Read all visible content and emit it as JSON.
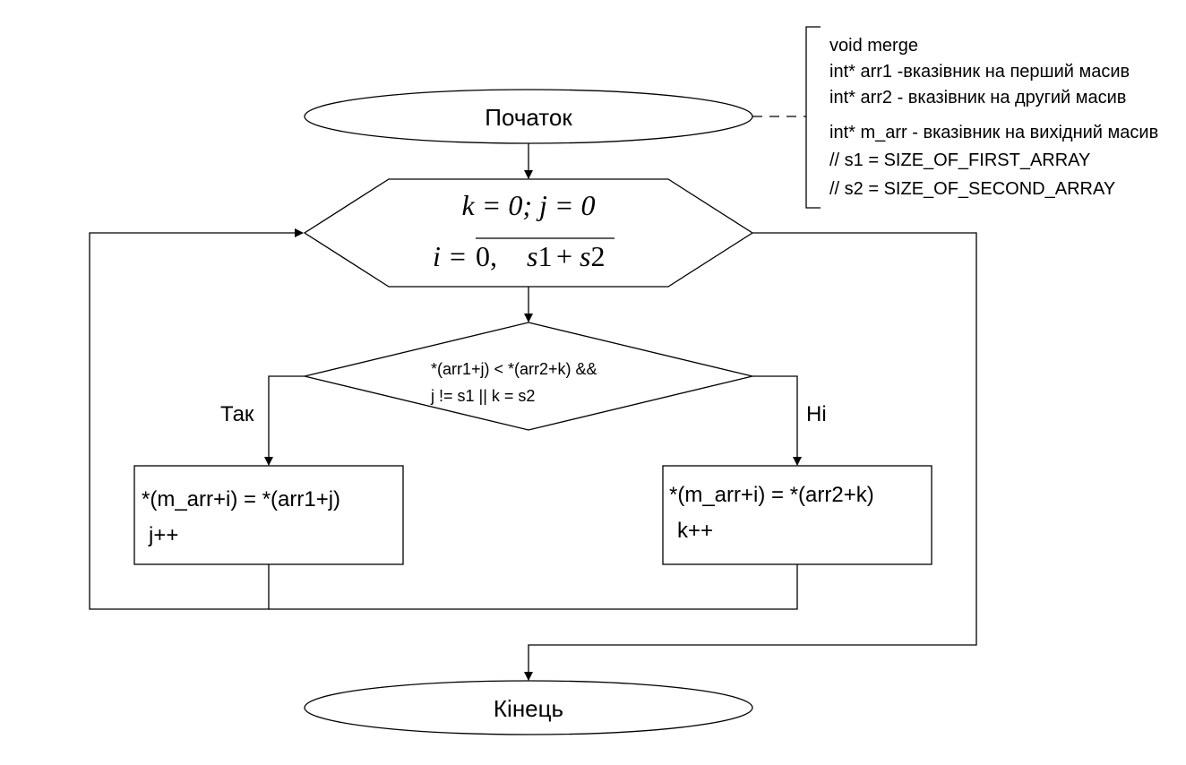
{
  "start": {
    "label": "Початок"
  },
  "end": {
    "label": "Кінець"
  },
  "comment": {
    "lines": [
      "void merge",
      "int* arr1 -вказівник на перший масив",
      "int* arr2 - вказівник на другий масив",
      "int* m_arr - вказівник на вихідний масив",
      "// s1 = SIZE_OF_FIRST_ARRAY",
      "// s2 = SIZE_OF_SECOND_ARRAY"
    ]
  },
  "loop": {
    "init": "k = 0;  j = 0",
    "range_var": "i = ",
    "range_zero": "0,",
    "range_s1": "s",
    "range_s1_num": "1",
    "range_plus": "+",
    "range_s2": "s",
    "range_s2_num": "2"
  },
  "decision": {
    "line1": "*(arr1+j) < *(arr2+k) &&",
    "line2": "j != s1 || k = s2",
    "yes_label": "Так",
    "no_label": "Ні"
  },
  "left_process": {
    "line1": "*(m_arr+i) = *(arr1+j)",
    "line2": "j++"
  },
  "right_process": {
    "line1": "*(m_arr+i) = *(arr2+k)",
    "line2": "k++"
  }
}
